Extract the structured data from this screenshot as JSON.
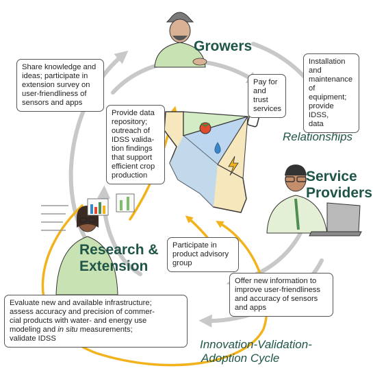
{
  "roles": {
    "growers": "Growers",
    "service_providers_line1": "Service",
    "service_providers_line2": "Providers",
    "research_line1": "Research &",
    "research_line2": "Extension"
  },
  "cycle_labels": {
    "relationships": "Relationships",
    "innovation_line1": "Innovation-Validation-",
    "innovation_line2": "Adoption Cycle"
  },
  "boxes": {
    "share_knowledge": [
      "Share knowledge and",
      "ideas; participate in",
      "extension survey on",
      "user-friendliness of",
      "sensors and apps"
    ],
    "pay_for": [
      "Pay for",
      "and trust",
      "services"
    ],
    "installation": [
      "Installation",
      "and",
      "maintenance",
      "of equipment;",
      "provide IDSS,",
      "data"
    ],
    "data_repository": [
      "Provide data",
      "repository;",
      "outreach of",
      "IDSS valida-",
      "tion findings",
      "that support",
      "efficient crop",
      "production"
    ],
    "advisory_group": [
      "Participate in",
      "product advisory",
      "group"
    ],
    "new_information": [
      "Offer new information to",
      "improve user-friendliness",
      "and accuracy of sensors",
      "and apps"
    ],
    "evaluate": [
      "Evaluate new and available infrastructure;",
      "assess accuracy and precision of commer-",
      "cial products with water- and energy use",
      "modeling and",
      "in situ",
      " measurements;",
      "validate IDSS"
    ]
  },
  "colors": {
    "accent_green": "#1f5548",
    "cycle_yellow": "#f2b21c",
    "arrow_gray": "#c8c8c8",
    "shirt_green": "#c9e2b3",
    "region_green": "#d4ecc6",
    "region_blue": "#bcd6ef",
    "region_tan": "#f6e7bd"
  },
  "icons": [
    "grower-figure",
    "service-provider-figure",
    "researcher-figure",
    "california-map",
    "tomato-icon",
    "water-drop-icon",
    "lightning-icon",
    "phone-icon",
    "laptop-icon",
    "charts-icon"
  ]
}
